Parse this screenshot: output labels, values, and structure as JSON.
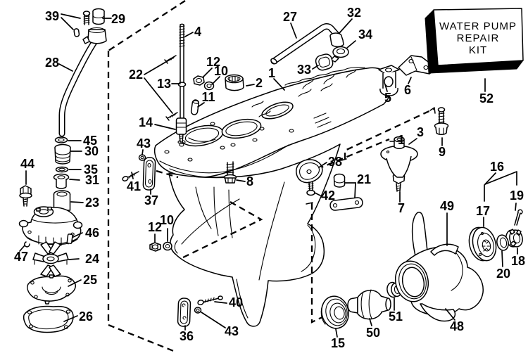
{
  "kit_box": {
    "line1": "WATER PUMP",
    "line2": "REPAIR",
    "line3": "KIT"
  },
  "callouts": {
    "n1": "1",
    "n1b": "1",
    "n2": "2",
    "n3": "3",
    "n4": "4",
    "n5": "5",
    "n6": "6",
    "n7": "7",
    "n8": "8",
    "n9": "9",
    "n10a": "10",
    "n10b": "10",
    "n11": "11",
    "n12a": "12",
    "n12b": "12",
    "n13": "13",
    "n14": "14",
    "n15": "15",
    "n16": "16",
    "n17": "17",
    "n18": "18",
    "n19": "19",
    "n20": "20",
    "n21": "21",
    "n22": "22",
    "n23": "23",
    "n24": "24",
    "n25": "25",
    "n26": "26",
    "n27": "27",
    "n28": "28",
    "n29": "29",
    "n30": "30",
    "n31": "31",
    "n32": "32",
    "n33": "33",
    "n34": "34",
    "n35": "35",
    "n36": "36",
    "n37": "37",
    "n38": "38",
    "n39": "39",
    "n40": "40",
    "n41": "41",
    "n42": "42",
    "n43a": "43",
    "n43b": "43",
    "n44": "44",
    "n45": "45",
    "n46": "46",
    "n47": "47",
    "n48": "48",
    "n49": "49",
    "n50": "50",
    "n51": "51",
    "n52": "52"
  }
}
